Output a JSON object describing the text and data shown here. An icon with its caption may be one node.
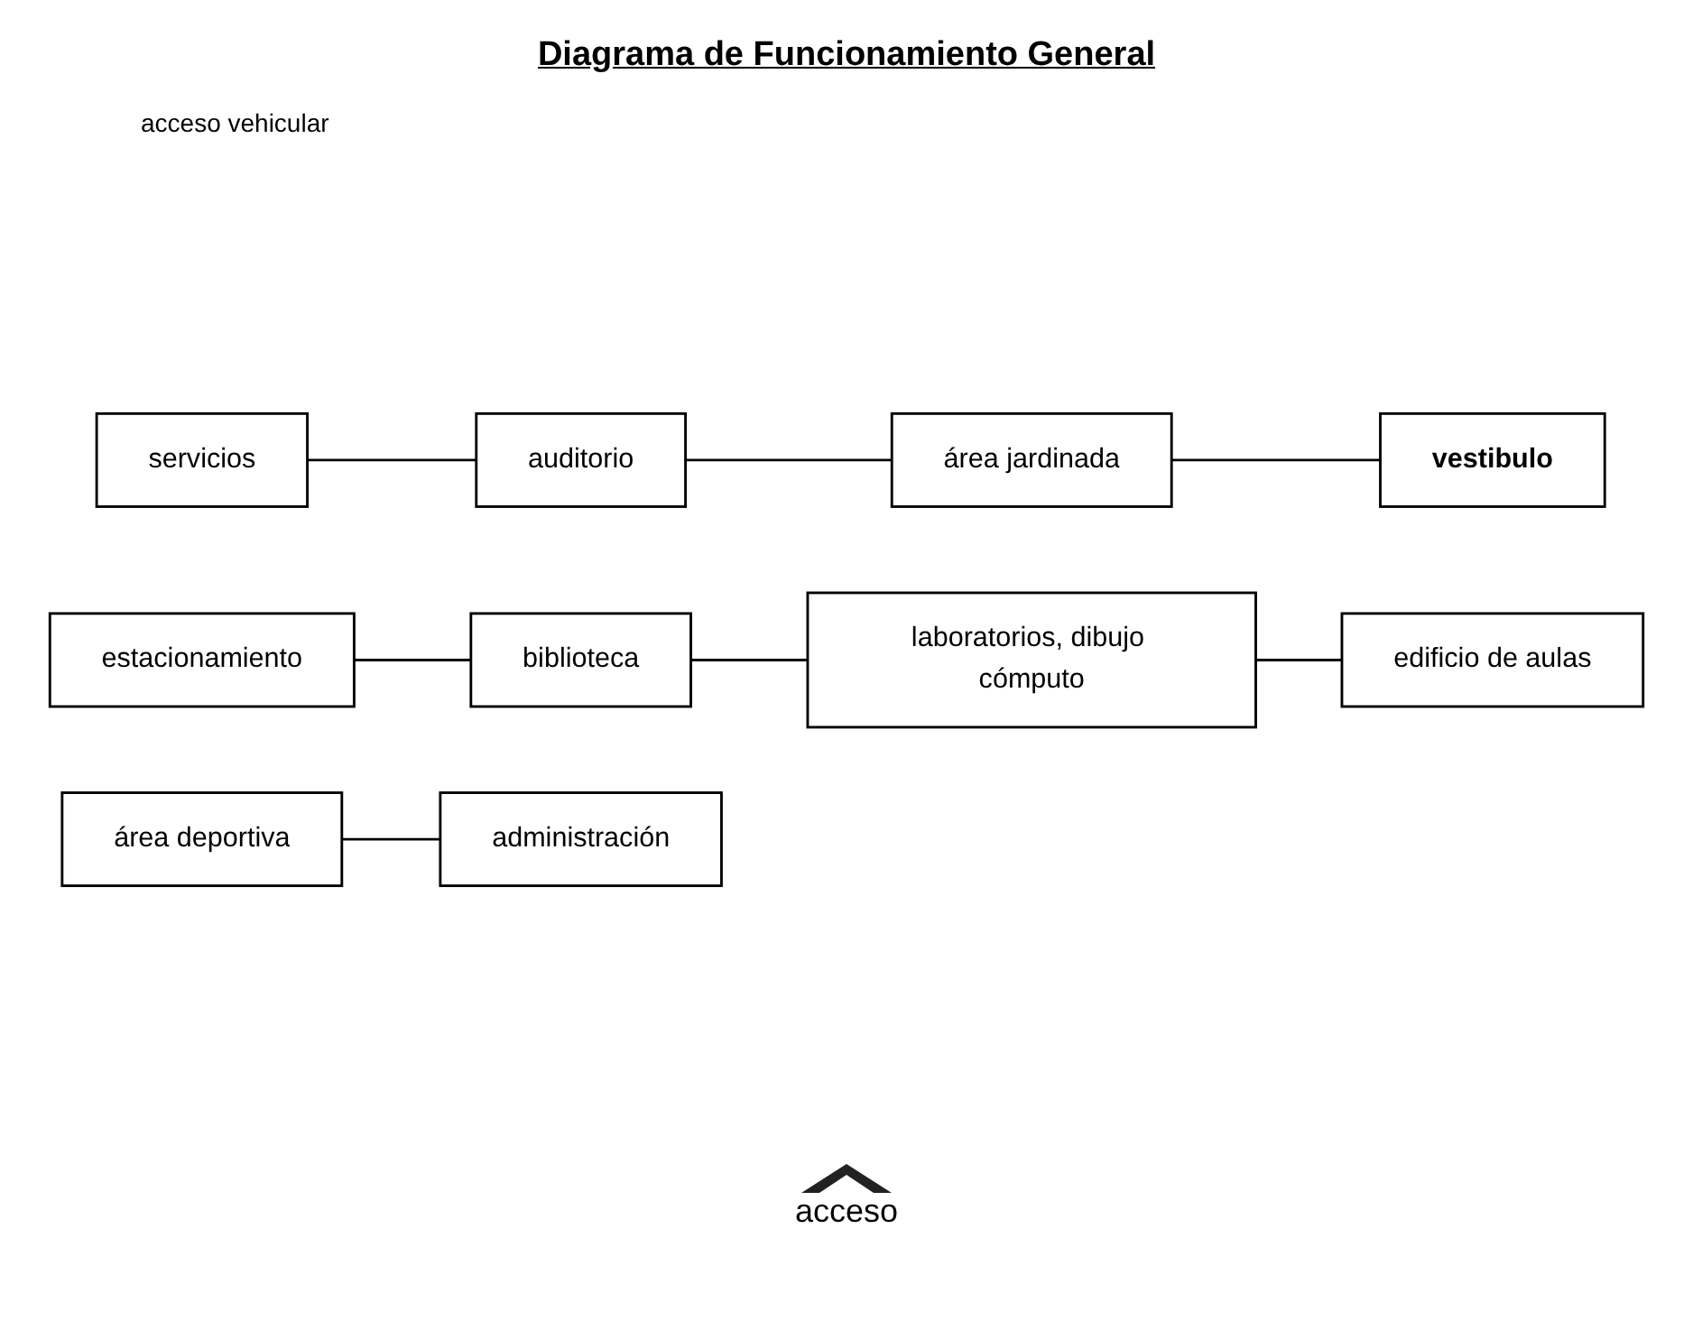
{
  "diagram": {
    "title": "Diagrama de Funcionamiento General",
    "nodes": [
      {
        "text": [
          "servicios"
        ]
      },
      {
        "text": [
          "estacionamiento"
        ]
      },
      {
        "text": [
          "biblioteca"
        ]
      },
      {
        "text": [
          "laboratorios, dibujo cómputo"
        ]
      },
      {
        "text": [
          "edificio de aulas"
        ]
      },
      {
        "text": [
          "auditorio"
        ]
      },
      {
        "text": [
          "área jardinada"
        ]
      },
      {
        "text": [
          "área deportiva"
        ]
      },
      {
        "text": [
          "administración"
        ]
      },
      {
        "text": [
          "vestibulo"
        ]
      }
    ],
    "edges": [
      {
        "from": 1,
        "to": 2,
        "arrow": "none"
      },
      {
        "from": 2,
        "to": 3,
        "arrow": "none"
      },
      {
        "from": 3,
        "to": 4,
        "arrow": "none"
      },
      {
        "from": 0,
        "to": 5,
        "arrow": "none"
      },
      {
        "from": 5,
        "to": 6,
        "arrow": "none"
      },
      {
        "from": 6,
        "to": 9,
        "arrow": "none"
      },
      {
        "from": 7,
        "to": 8,
        "arrow": "none"
      }
    ],
    "labels": [
      "acceso vehicular",
      "acceso"
    ]
  }
}
